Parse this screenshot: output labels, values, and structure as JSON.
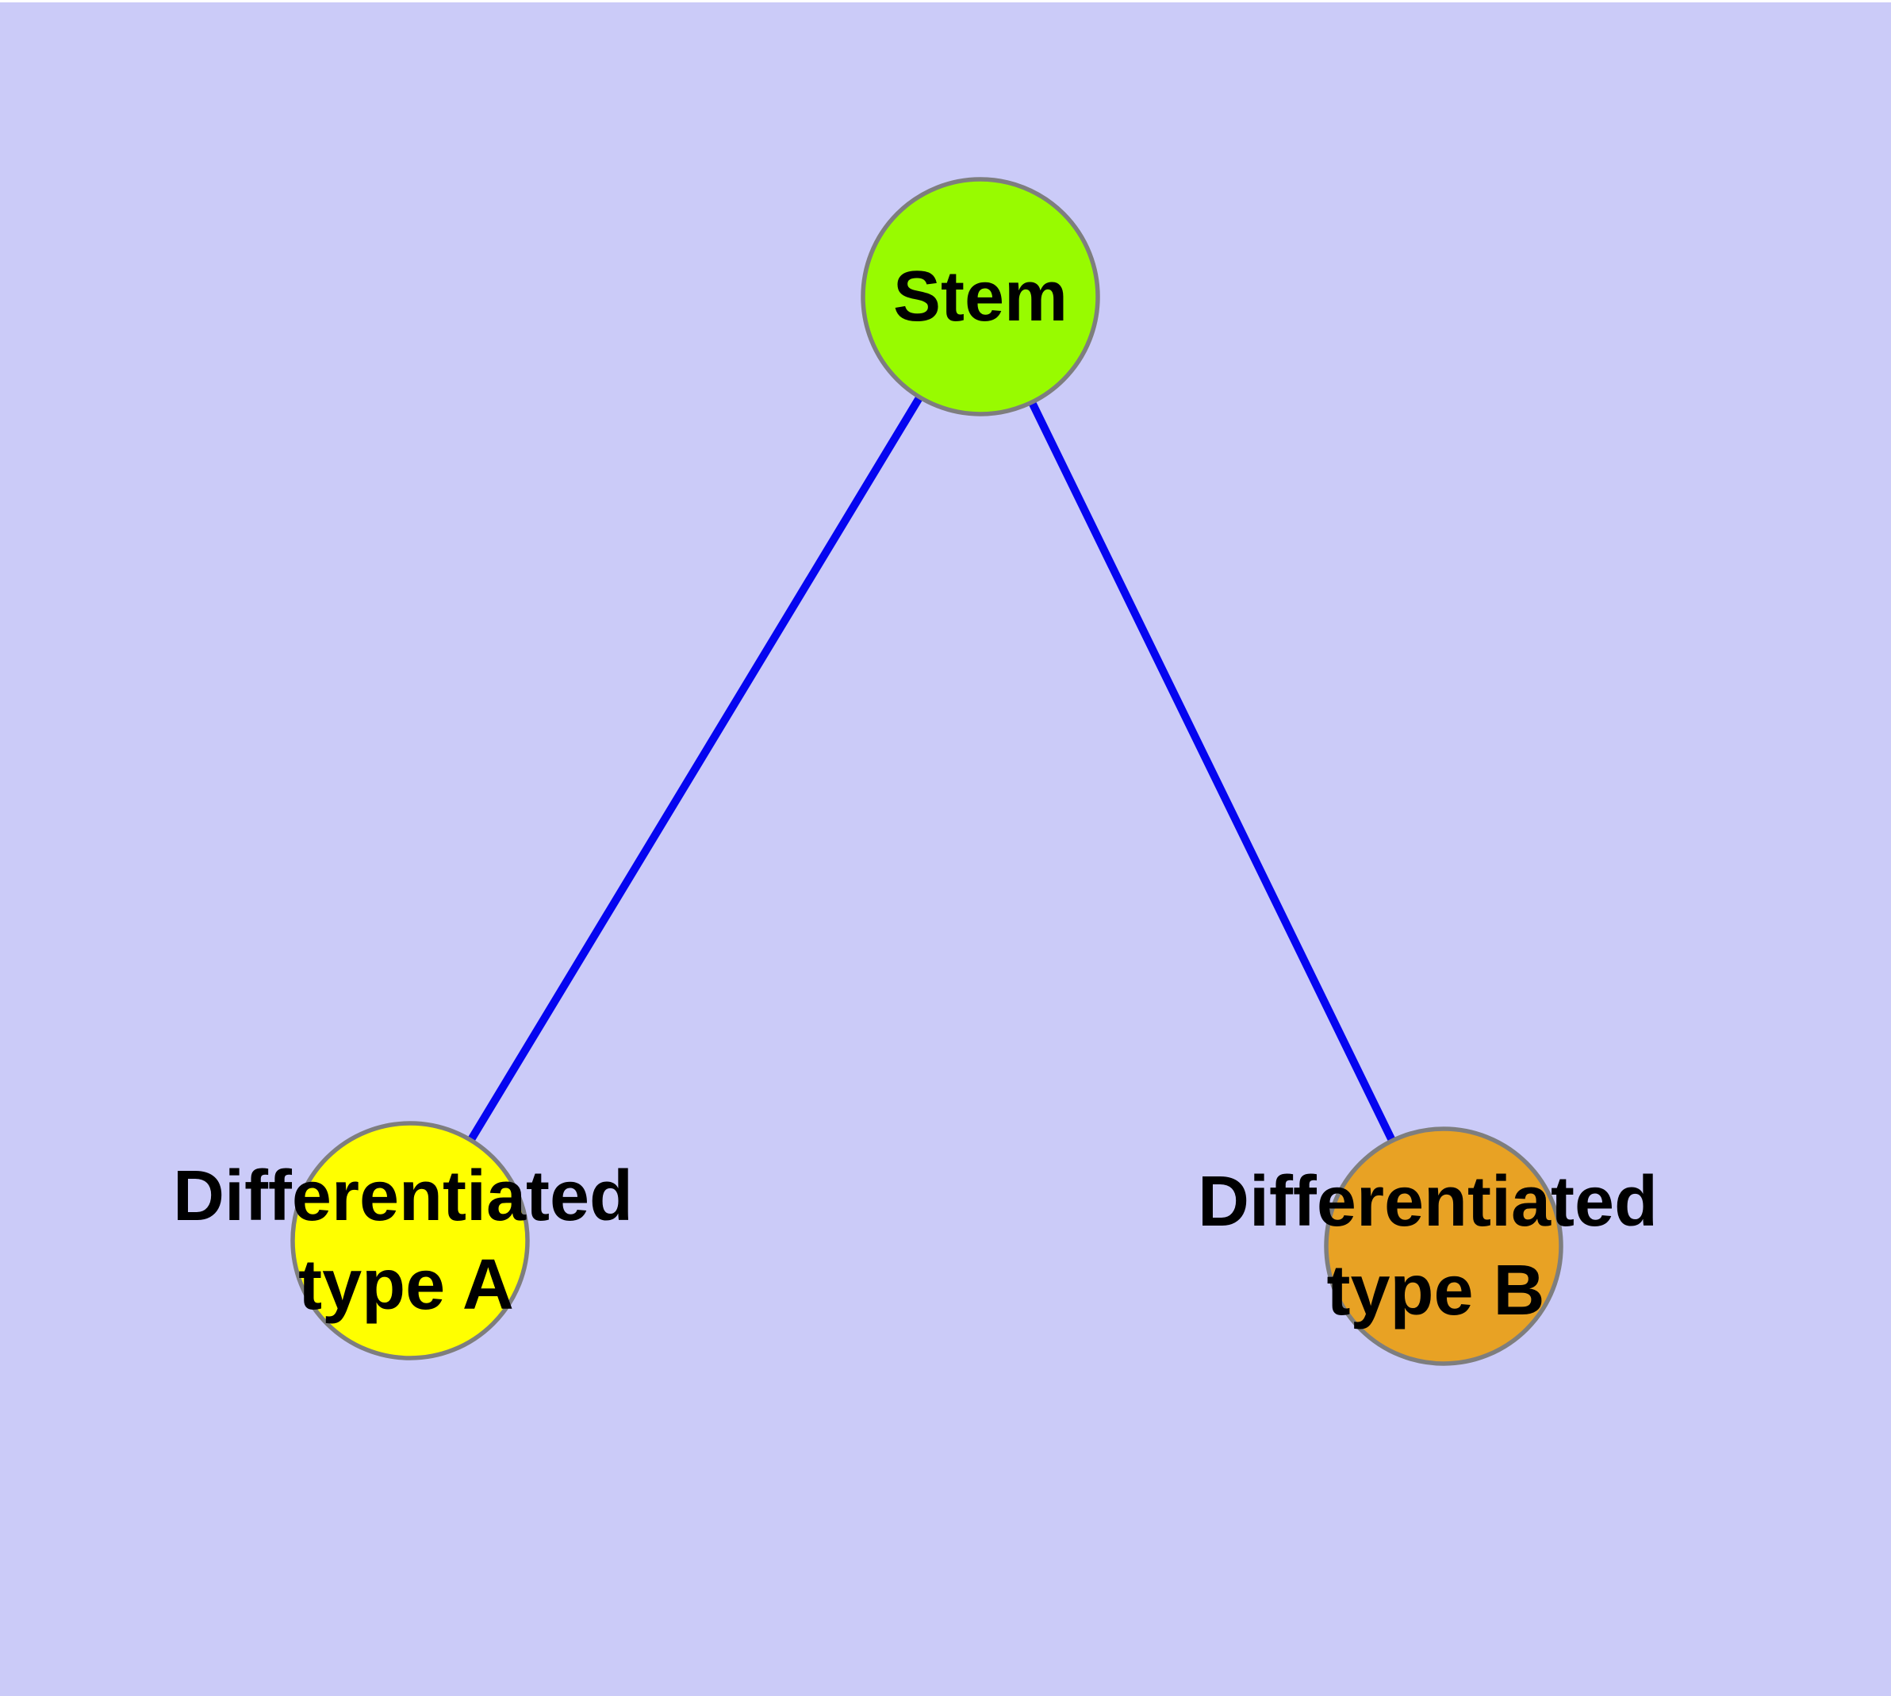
{
  "diagram": {
    "type": "node-link-graph",
    "nodes": [
      {
        "id": "stem",
        "label": "Stem",
        "fill": "#98FB00"
      },
      {
        "id": "differentiated-type-a",
        "label": "Differentiated type A",
        "label_lines": [
          "Differentiated",
          "type A"
        ],
        "fill": "#FFFF00"
      },
      {
        "id": "differentiated-type-b",
        "label": "Differentiated type B",
        "label_lines": [
          "Differentiated",
          "type B"
        ],
        "fill": "#E8A224"
      }
    ],
    "edges": [
      {
        "from": "Stem",
        "to": "Differentiated type A"
      },
      {
        "from": "Stem",
        "to": "Differentiated type B"
      }
    ]
  },
  "colors": {
    "background": "#CBCBF8",
    "edge": "#0505F0",
    "node_border": "#7E7E7E",
    "label_text": "#000000"
  }
}
